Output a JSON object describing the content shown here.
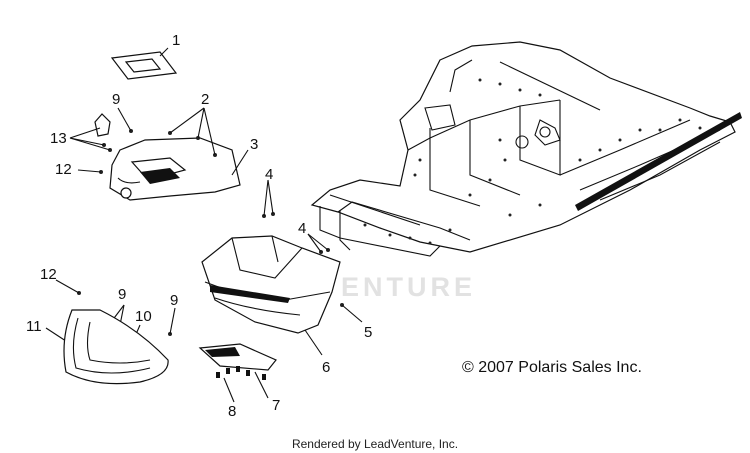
{
  "watermark": "ADVENTURE",
  "callouts": [
    {
      "id": "1",
      "label": "1"
    },
    {
      "id": "2",
      "label": "2"
    },
    {
      "id": "3",
      "label": "3"
    },
    {
      "id": "4a",
      "label": "4"
    },
    {
      "id": "4b",
      "label": "4"
    },
    {
      "id": "5",
      "label": "5"
    },
    {
      "id": "6",
      "label": "6"
    },
    {
      "id": "7",
      "label": "7"
    },
    {
      "id": "8",
      "label": "8"
    },
    {
      "id": "9a",
      "label": "9"
    },
    {
      "id": "9b",
      "label": "9"
    },
    {
      "id": "9c",
      "label": "9"
    },
    {
      "id": "10",
      "label": "10"
    },
    {
      "id": "11",
      "label": "11"
    },
    {
      "id": "12a",
      "label": "12"
    },
    {
      "id": "12b",
      "label": "12"
    },
    {
      "id": "13",
      "label": "13"
    }
  ],
  "copyright": "© 2007 Polaris Sales Inc.",
  "footer": "Rendered by LeadVenture, Inc."
}
